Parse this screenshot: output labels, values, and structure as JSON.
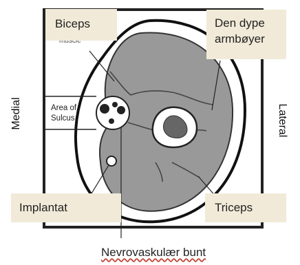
{
  "labels": {
    "biceps": "Biceps",
    "deep_line1": "Den dype",
    "deep_line2": "armbøyer",
    "implant": "Implantat",
    "triceps": "Triceps",
    "medial": "Medial",
    "lateral": "Lateral",
    "bundle": "Nevrovaskulær bunt",
    "sulcus_line1": "Area of",
    "sulcus_line2": "Sulcus",
    "muscle_fragment": "muscle"
  },
  "colors": {
    "muscle": "#999999",
    "bone_core": "#666666",
    "callout_bg": "#f1ead8",
    "outline": "#222222"
  }
}
